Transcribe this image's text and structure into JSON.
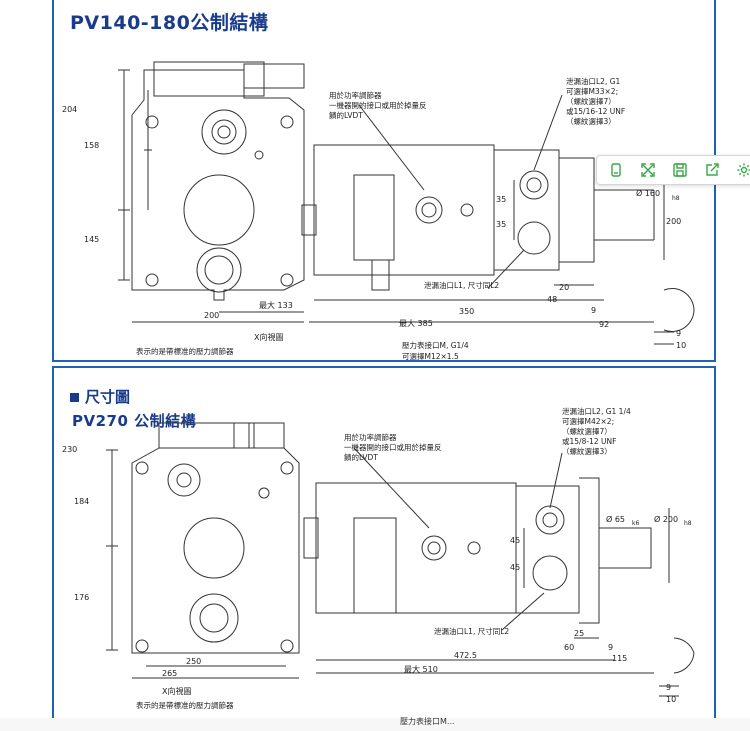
{
  "panel1": {
    "title": "PV140-180公制結構",
    "left_dims": {
      "d204": "204",
      "d158": "158",
      "d145": "145",
      "d200": "200",
      "d133": "最大 133"
    },
    "view_caption": "X向視圖",
    "view_sub": "表示的是帶標准的壓力調節器",
    "note_top_left": [
      "用於功率調節器",
      "一機器開的接口或用於掉量反",
      "饋的LVDT"
    ],
    "note_top_right": [
      "泄漏油口L2, G1",
      "可選擇M33×2;",
      "（螺紋選擇7）",
      "或15/16-12 UNF",
      "（螺紋選擇3）"
    ],
    "dims": {
      "d35a": "35",
      "d35b": "35",
      "d160": "Ø 160",
      "h8": "h8",
      "d200r": "200",
      "d20": "20",
      "d48": "48",
      "d9": "9",
      "d350": "350",
      "d92": "92",
      "d385": "最大 385",
      "d9b": "9",
      "d10": "10"
    },
    "leak_label": "泄漏油口L1, 尺寸同L2",
    "pressure_label": "壓力表接口M, G1/4",
    "pressure_label2": "可選擇M12×1.5"
  },
  "panel2": {
    "section": "尺寸圖",
    "title": "PV270 公制結構",
    "left_dims": {
      "d230": "230",
      "d184": "184",
      "d176": "176",
      "d250": "250",
      "d265": "265"
    },
    "view_caption": "X向視圖",
    "view_sub": "表示的是帶標准的壓力調節器",
    "note_top_left": [
      "用於功率調節器",
      "一機器開的接口或用於掉量反",
      "饋的LVDT"
    ],
    "note_top_right": [
      "泄漏油口L2, G1 1/4",
      "可選擇M42×2;",
      "（螺紋選擇7）",
      "或15/8-12 UNF",
      "（螺紋選擇3）"
    ],
    "dims": {
      "d45a": "45",
      "d45b": "45",
      "d65": "Ø 65",
      "k6": "k6",
      "d200": "Ø 200",
      "h8": "h8",
      "d25": "25",
      "d60": "60",
      "d9": "9",
      "d472": "472.5",
      "d115": "115",
      "d510": "最大 510",
      "d9b": "9",
      "d10": "10"
    },
    "leak_label": "泄漏油口L1, 尺寸同L2",
    "bottom_cut": "壓力表接口M..."
  },
  "toolbar": {
    "icons": [
      "copy-icon",
      "expand-icon",
      "save-icon",
      "share-icon",
      "settings-icon"
    ]
  },
  "colors": {
    "frame": "#1c63b4",
    "title": "#1a3b8c",
    "toolbar_icon": "#3aa84a"
  }
}
